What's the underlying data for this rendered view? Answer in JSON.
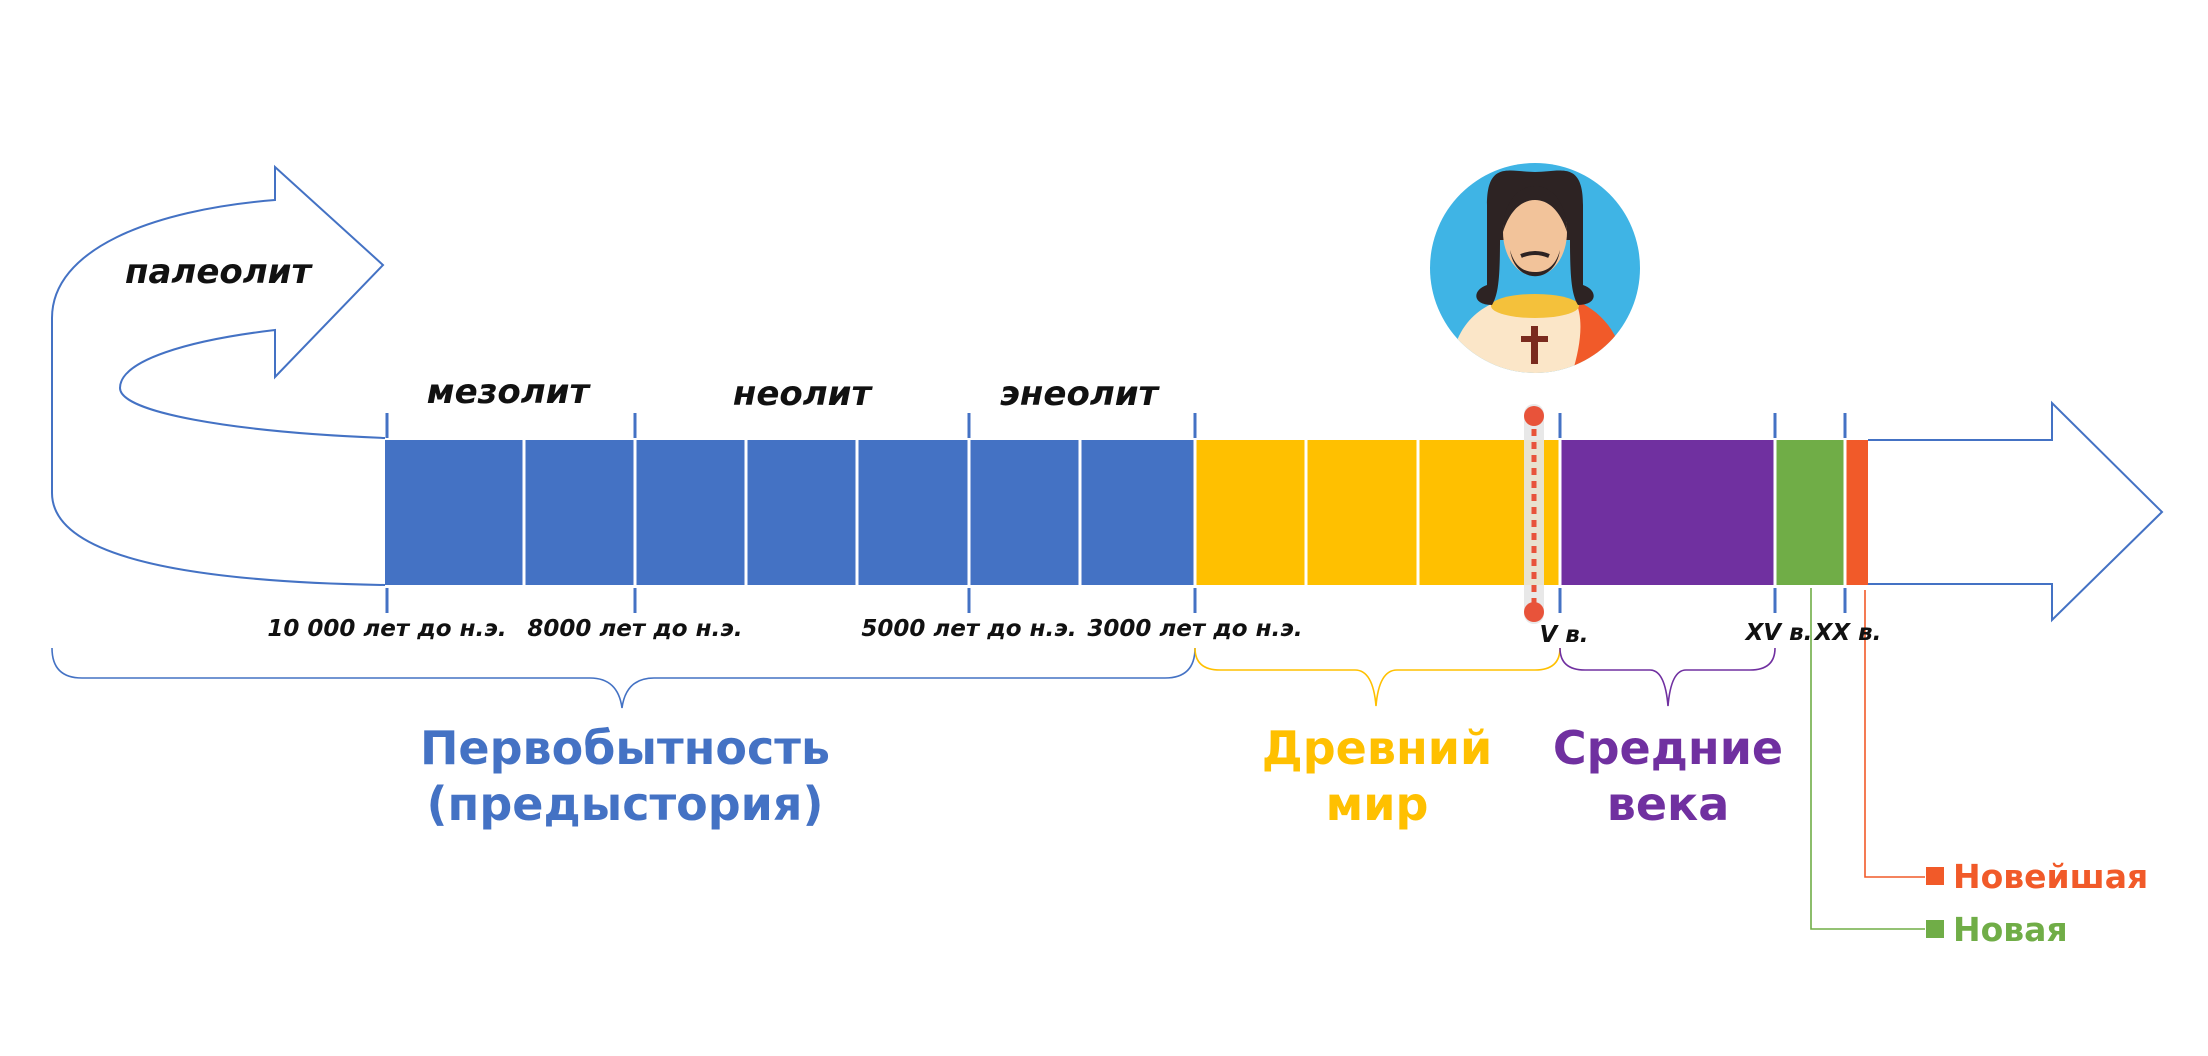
{
  "colors": {
    "outline": "#4472c4",
    "prehistory": "#4472c4",
    "ancient": "#ffc000",
    "medieval": "#7030a0",
    "modern": "#70ad47",
    "contemporary": "#f15a29",
    "divider": "#ffffff",
    "label_dark": "#111111",
    "avatar_bg": "#3fb4e5"
  },
  "icons": {
    "avatar": "jesus-avatar-icon",
    "marker": "birth-of-christ-marker-icon"
  },
  "stages": {
    "paleolit": "палеолит",
    "mezolit": "мезолит",
    "neolit": "неолит",
    "eneolit": "энеолит"
  },
  "ticks": {
    "t10000": "10 000 лет до н.э.",
    "t8000": "8000 лет до н.э.",
    "t5000": "5000 лет до н.э.",
    "t3000": "3000 лет до н.э.",
    "tV": "V в.",
    "tXV": "XV в.",
    "tXX": "XX в."
  },
  "eras": {
    "prehistory_line1": "Первобытность",
    "prehistory_line2": "(предыстория)",
    "ancient_line1": "Древний",
    "ancient_line2": "мир",
    "medieval_line1": "Средние",
    "medieval_line2": "века"
  },
  "legend": {
    "contemporary": "Новейшая",
    "modern": "Новая"
  }
}
